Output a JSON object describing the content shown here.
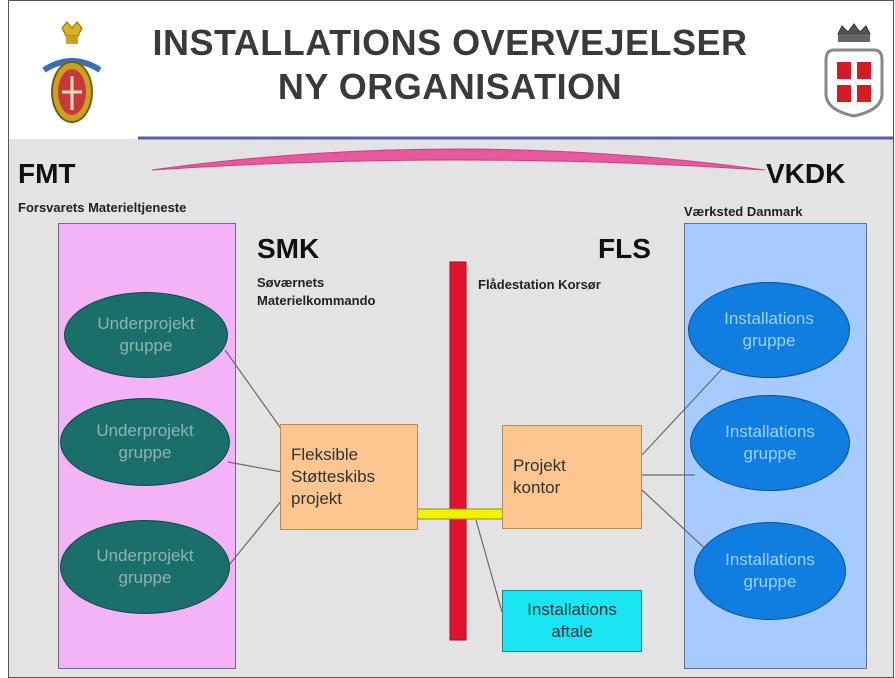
{
  "title": {
    "line1": "INSTALLATIONS OVERVEJELSER",
    "line2": "NY ORGANISATION"
  },
  "left_org": {
    "abbr": "FMT",
    "name": "Forsvarets Materieltjeneste"
  },
  "right_org": {
    "abbr": "VKDK",
    "name": "Værksted Danmark"
  },
  "smk": {
    "abbr": "SMK",
    "line1": "Søværnets",
    "line2": "Materielkommando"
  },
  "fls": {
    "abbr": "FLS",
    "name": "Flådestation Korsør"
  },
  "left_groups": [
    {
      "line1": "Underprojekt",
      "line2": "gruppe"
    },
    {
      "line1": "Underprojekt",
      "line2": "gruppe"
    },
    {
      "line1": "Underprojekt",
      "line2": "gruppe"
    }
  ],
  "right_groups": [
    {
      "line1": "Installations",
      "line2": "gruppe"
    },
    {
      "line1": "Installations",
      "line2": "gruppe"
    },
    {
      "line1": "Installations",
      "line2": "gruppe"
    }
  ],
  "center_left_box": {
    "line1": "Fleksible",
    "line2": "Støtteskibs",
    "line3": "projekt"
  },
  "center_right_box": {
    "line1": "Projekt",
    "line2": "kontor"
  },
  "agreement_box": {
    "line1": "Installations",
    "line2": "aftale"
  },
  "colors": {
    "left_panel": "#f4b3f6",
    "right_panel": "#a6ccff",
    "arc": "#e8589c",
    "red_bar": "#e2142d",
    "arrow": "#f2f200",
    "header_line": "#5b5b9e"
  }
}
